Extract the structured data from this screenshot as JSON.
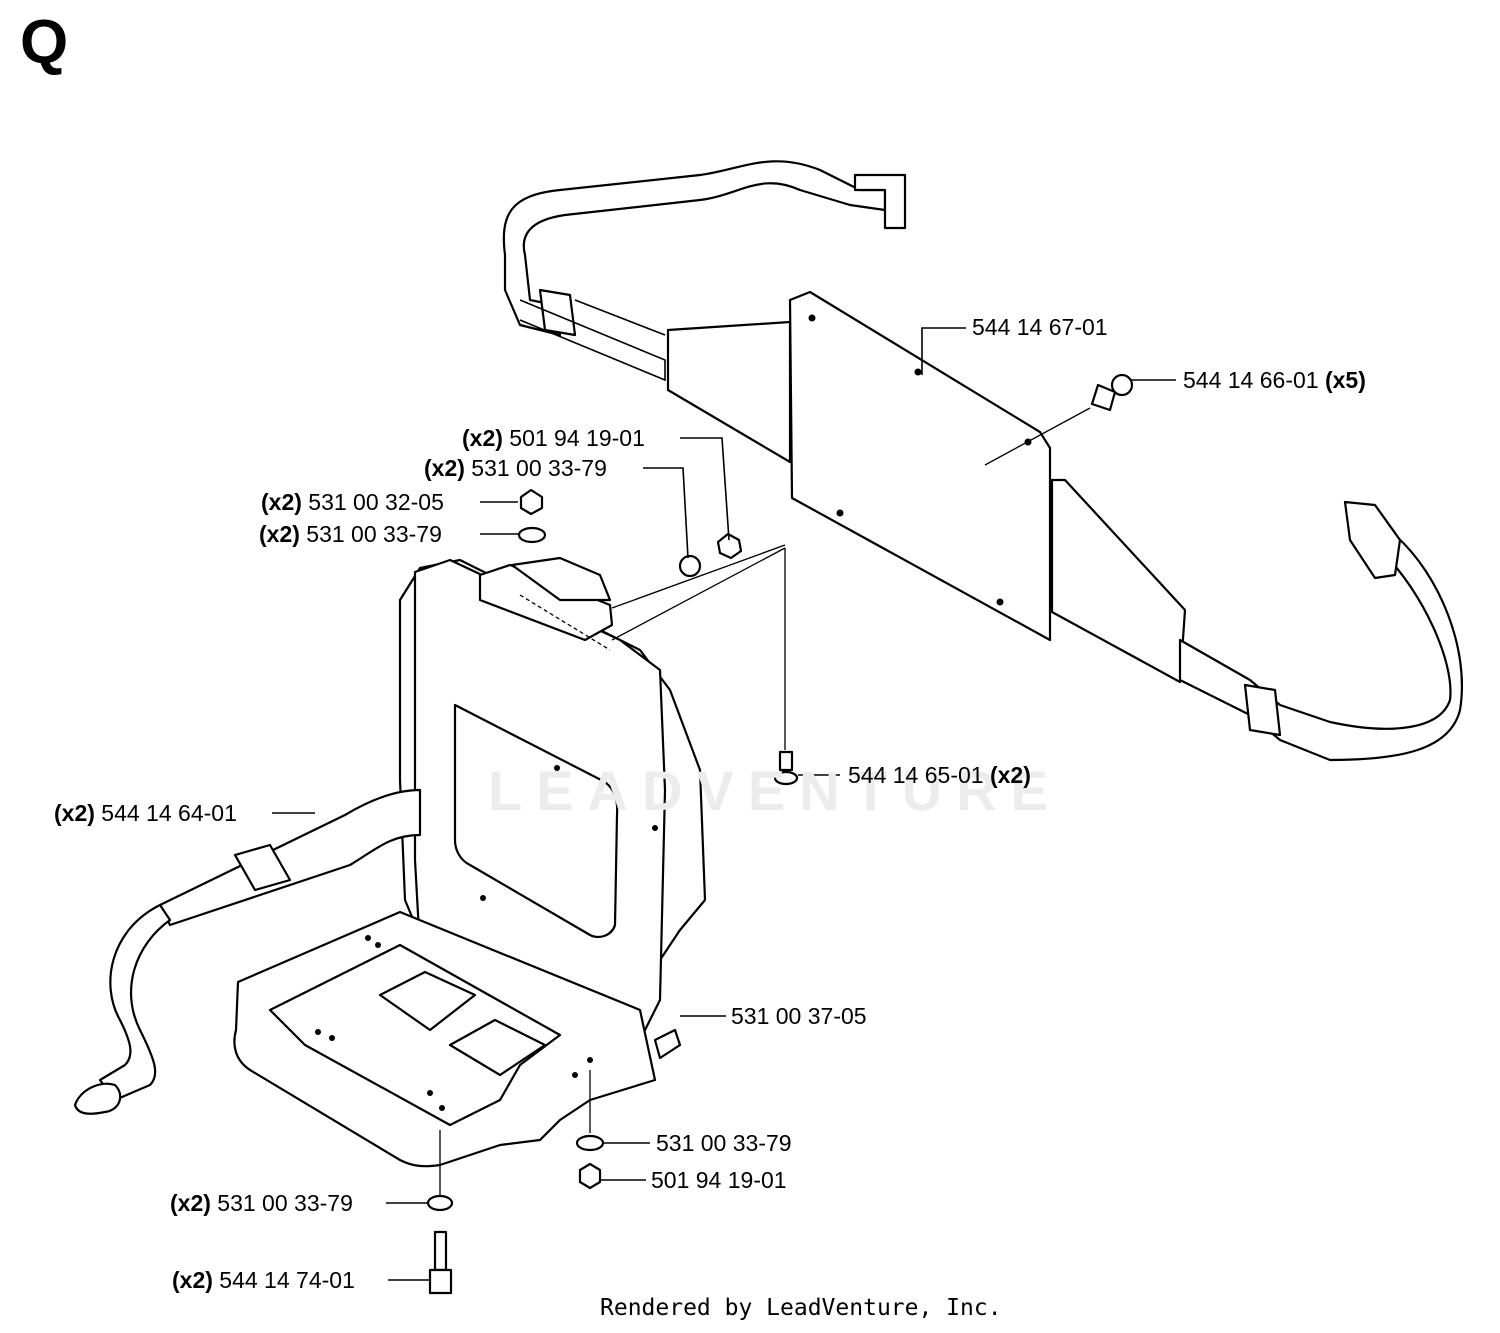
{
  "section": {
    "letter": "Q"
  },
  "watermark": {
    "text": "LEADVENTURE"
  },
  "footer": {
    "text": "Rendered by LeadVenture, Inc."
  },
  "parts": [
    {
      "id": "p1",
      "qty": "",
      "number": "544 14 67-01",
      "suffix": ""
    },
    {
      "id": "p2",
      "qty": "",
      "number": "544 14 66-01",
      "suffix": "(x5)"
    },
    {
      "id": "p3",
      "qty": "(x2)",
      "number": "501 94 19-01",
      "suffix": ""
    },
    {
      "id": "p4",
      "qty": "(x2)",
      "number": "531 00 33-79",
      "suffix": ""
    },
    {
      "id": "p5",
      "qty": "(x2)",
      "number": "531 00 32-05",
      "suffix": ""
    },
    {
      "id": "p6",
      "qty": "(x2)",
      "number": "531 00 33-79",
      "suffix": ""
    },
    {
      "id": "p7",
      "qty": "",
      "number": "544 14 65-01",
      "suffix": "(x2)"
    },
    {
      "id": "p8",
      "qty": "(x2)",
      "number": "544 14 64-01",
      "suffix": ""
    },
    {
      "id": "p9",
      "qty": "",
      "number": "531 00 37-05",
      "suffix": ""
    },
    {
      "id": "p10",
      "qty": "",
      "number": "531 00 33-79",
      "suffix": ""
    },
    {
      "id": "p11",
      "qty": "",
      "number": "501 94 19-01",
      "suffix": ""
    },
    {
      "id": "p12",
      "qty": "(x2)",
      "number": "531 00 33-79",
      "suffix": ""
    },
    {
      "id": "p13",
      "qty": "(x2)",
      "number": "544 14 74-01",
      "suffix": ""
    }
  ]
}
